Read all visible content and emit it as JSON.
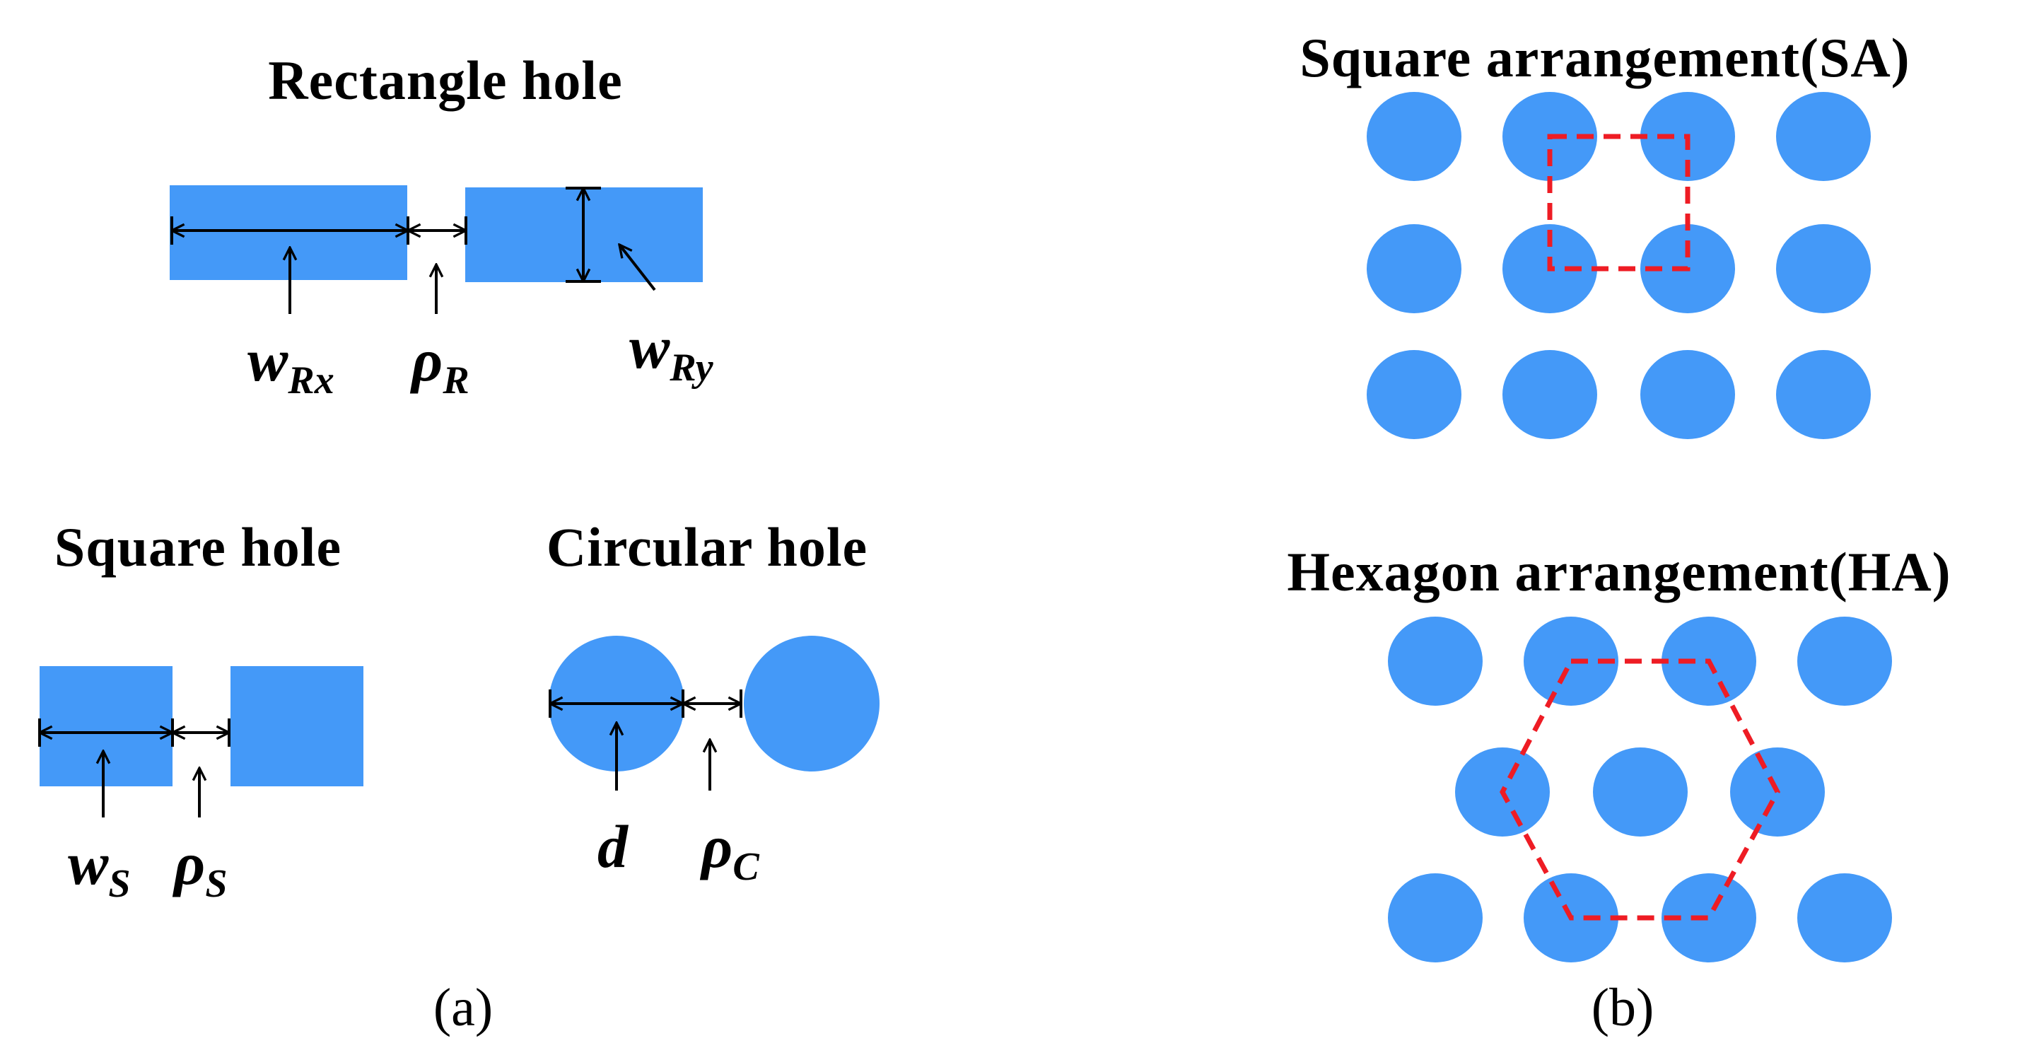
{
  "panel_a": {
    "label": "(a)",
    "rectangle": {
      "title": "Rectangle hole",
      "width_label": {
        "main": "w",
        "sub": "Rx"
      },
      "spacing_label": {
        "main": "ρ",
        "sub": "R"
      },
      "height_label": {
        "main": "w",
        "sub": "Ry"
      }
    },
    "square": {
      "title": "Square hole",
      "width_label": {
        "main": "w",
        "sub": "S"
      },
      "spacing_label": {
        "main": "ρ",
        "sub": "S"
      }
    },
    "circular": {
      "title": "Circular hole",
      "diameter_label": {
        "main": "d",
        "sub": ""
      },
      "spacing_label": {
        "main": "ρ",
        "sub": "C"
      }
    }
  },
  "panel_b": {
    "label": "(b)",
    "square_arrangement": {
      "title": "Square arrangement(SA)"
    },
    "hexagon_arrangement": {
      "title": "Hexagon arrangement(HA)"
    }
  },
  "colors": {
    "hole_fill": "#4499f8",
    "unit_cell_outline": "#ee1c24",
    "dimension_lines": "#000000"
  }
}
